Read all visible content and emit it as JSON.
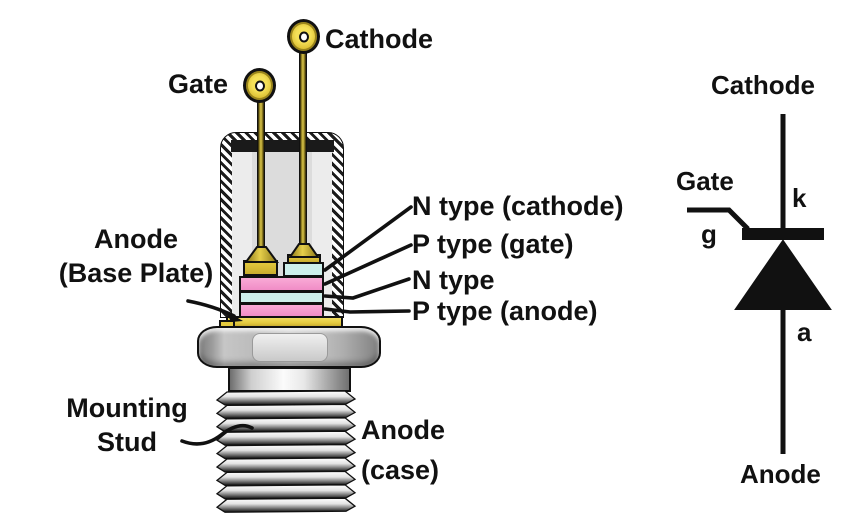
{
  "construction": {
    "cathode_terminal_label": "Cathode",
    "gate_terminal_label": "Gate",
    "base_plate_label_line1": "Anode",
    "base_plate_label_line2": "(Base Plate)",
    "layer_labels": {
      "n_cathode": "N type (cathode)",
      "p_gate": "P type (gate)",
      "n": "N type",
      "p_anode": "P type (anode)"
    },
    "mounting_stud_line1": "Mounting",
    "mounting_stud_line2": "Stud",
    "case_label_line1": "Anode",
    "case_label_line2": "(case)"
  },
  "symbol": {
    "cathode_label": "Cathode",
    "gate_label": "Gate",
    "anode_label": "Anode",
    "cathode_letter": "k",
    "gate_letter": "g",
    "anode_letter": "a"
  },
  "colors": {
    "n_type": "#cdefeb",
    "p_type": "#f08cc6",
    "gold": "#e4ca3e",
    "gold_dark": "#8a7618",
    "outline": "#111111",
    "metal_light": "#ececec",
    "metal_mid": "#c4c4c4",
    "metal_dark": "#8c8c8c"
  }
}
